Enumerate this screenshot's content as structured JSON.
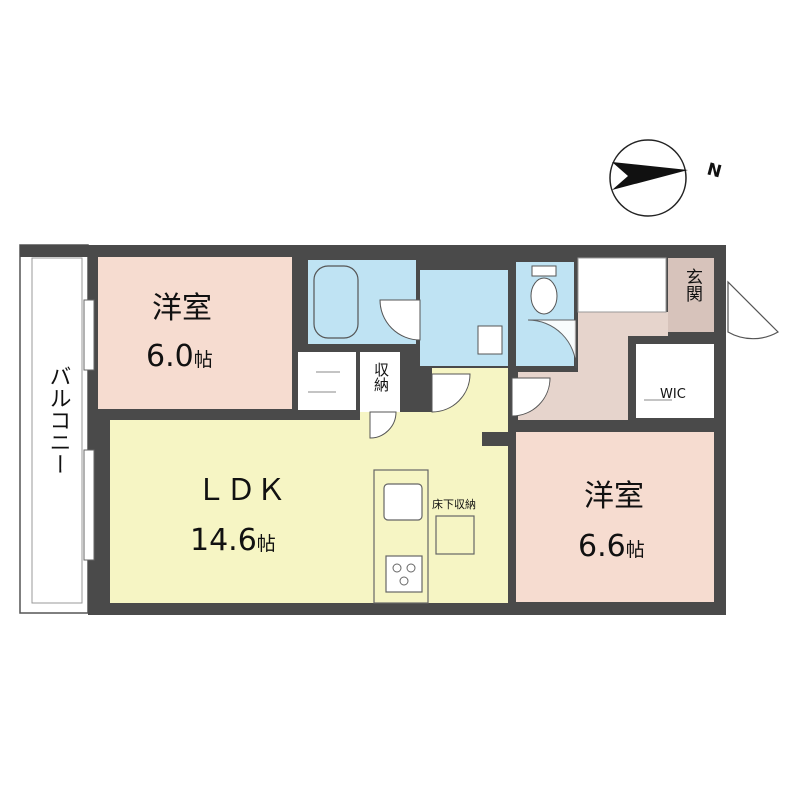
{
  "compass": {
    "north_letter": "N"
  },
  "rooms": {
    "western_room_1": {
      "name": "洋室",
      "size": "6.0",
      "unit": "帖"
    },
    "ldk": {
      "name": "ＬＤＫ",
      "size": "14.6",
      "unit": "帖"
    },
    "western_room_2": {
      "name": "洋室",
      "size": "6.6",
      "unit": "帖"
    },
    "storage": {
      "name": "収納"
    },
    "underfloor_storage": {
      "name": "床下収納"
    },
    "entrance": {
      "name": "玄関"
    },
    "wic": {
      "name": "WIC"
    },
    "balcony": {
      "name": "バルコニー"
    }
  },
  "colors": {
    "wall": "#4a4a4a",
    "western_room": "#f6dcd0",
    "ldk": "#f6f5c4",
    "wet_area": "#bfe3f3",
    "hall": "#e6d4cc",
    "entrance": "#d7c3bb",
    "balcony": "#ffffff"
  }
}
